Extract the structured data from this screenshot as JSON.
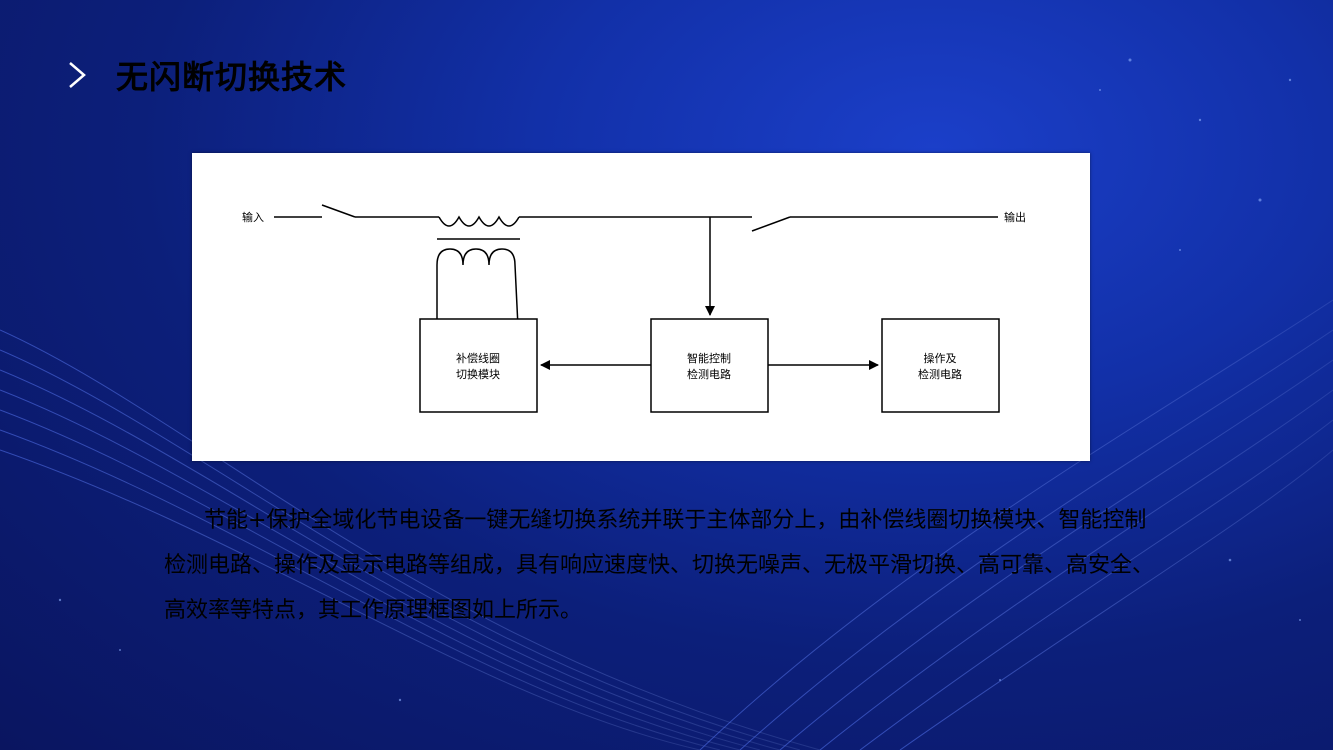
{
  "slide": {
    "title": "无闪断切换技术",
    "title_icon": "chevron-right-icon"
  },
  "diagram": {
    "input_label": "输入",
    "output_label": "输出",
    "box_compensation": [
      "补偿线圈",
      "切换模块"
    ],
    "box_control": [
      "智能控制",
      "检测电路"
    ],
    "box_operation": [
      "操作及",
      "检测电路"
    ]
  },
  "body": {
    "paragraph": "节能+保护全域化节电设备一键无缝切换系统并联于主体部分上，由补偿线圈切换模块、智能控制检测电路、操作及显示电路等组成，具有响应速度快、切换无噪声、无极平滑切换、高可靠、高安全、高效率等特点，其工作原理框图如上所示。"
  },
  "colors": {
    "background": "#1230a8",
    "card": "#ffffff",
    "text": "#000000"
  }
}
